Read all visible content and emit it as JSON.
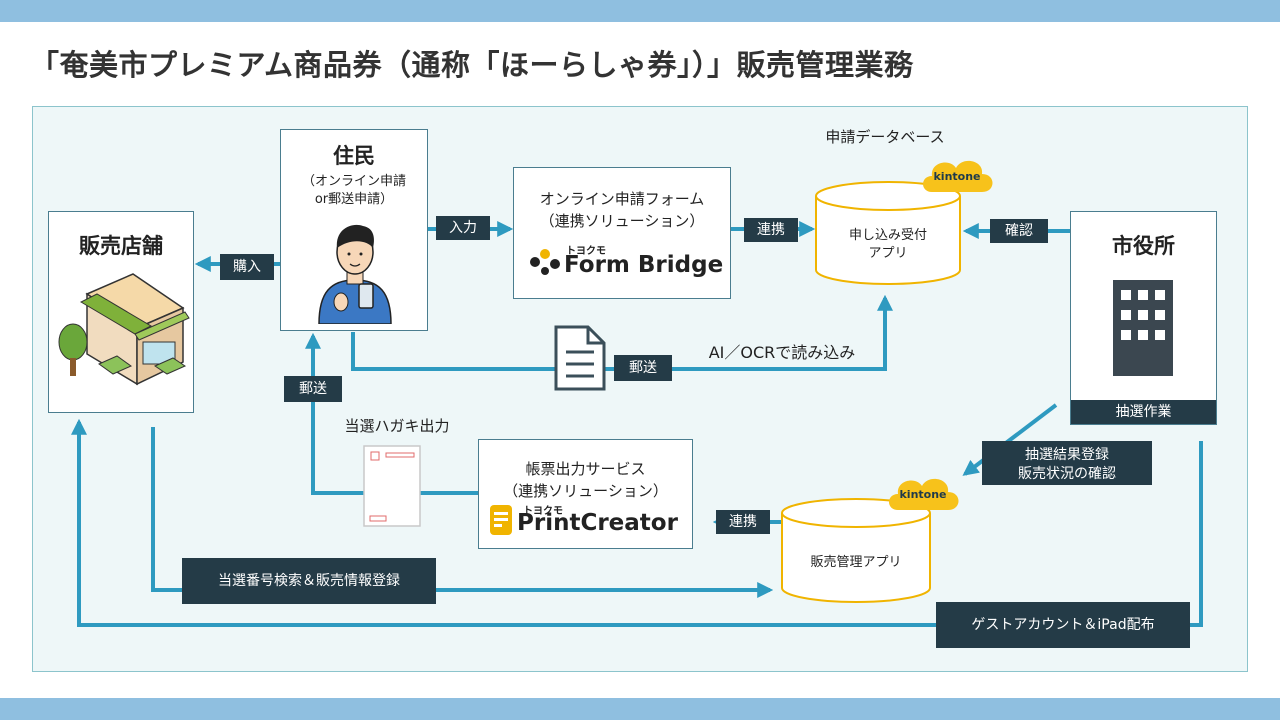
{
  "title": "「奄美市プレミアム商品券（通称「ほーらしゃ券」）」販売管理業務",
  "resident": {
    "name": "住民",
    "sub1": "（オンライン申請",
    "sub2": "or郵送申請）"
  },
  "store": {
    "name": "販売店舗"
  },
  "city": {
    "name": "市役所",
    "task": "抽選作業"
  },
  "form_service": {
    "line1": "オンライン申請フォーム",
    "line2": "（連携ソリューション）",
    "brand_small": "トヨクモ",
    "brand": "Form Bridge"
  },
  "print_service": {
    "line1": "帳票出力サービス",
    "line2": "（連携ソリューション）",
    "brand_small": "トヨクモ",
    "brand": "PrintCreator"
  },
  "database": {
    "caption": "申請データベース",
    "app_line1": "申し込み受付",
    "app_line2": "アプリ",
    "badge": "kintone"
  },
  "sales_app": {
    "name": "販売管理アプリ",
    "badge": "kintone"
  },
  "flows": {
    "input": "入力",
    "purchase": "購入",
    "link1": "連携",
    "confirm": "確認",
    "mail1": "郵送",
    "ai_ocr": "AI／OCRで読み込み",
    "mail2": "郵送",
    "postcard": "当選ハガキ出力",
    "lottery_result_1": "抽選結果登録",
    "lottery_result_2": "販売状況の確認",
    "link2": "連携",
    "search_register": "当選番号検索＆販売情報登録",
    "guest_account": "ゲストアカウント＆iPad配布"
  },
  "colors": {
    "band": "#8fbfe0",
    "arrow": "#2e9ac0",
    "label_bg": "#243b47",
    "db_outline": "#f0b400",
    "cloud": "#f7c21b"
  }
}
